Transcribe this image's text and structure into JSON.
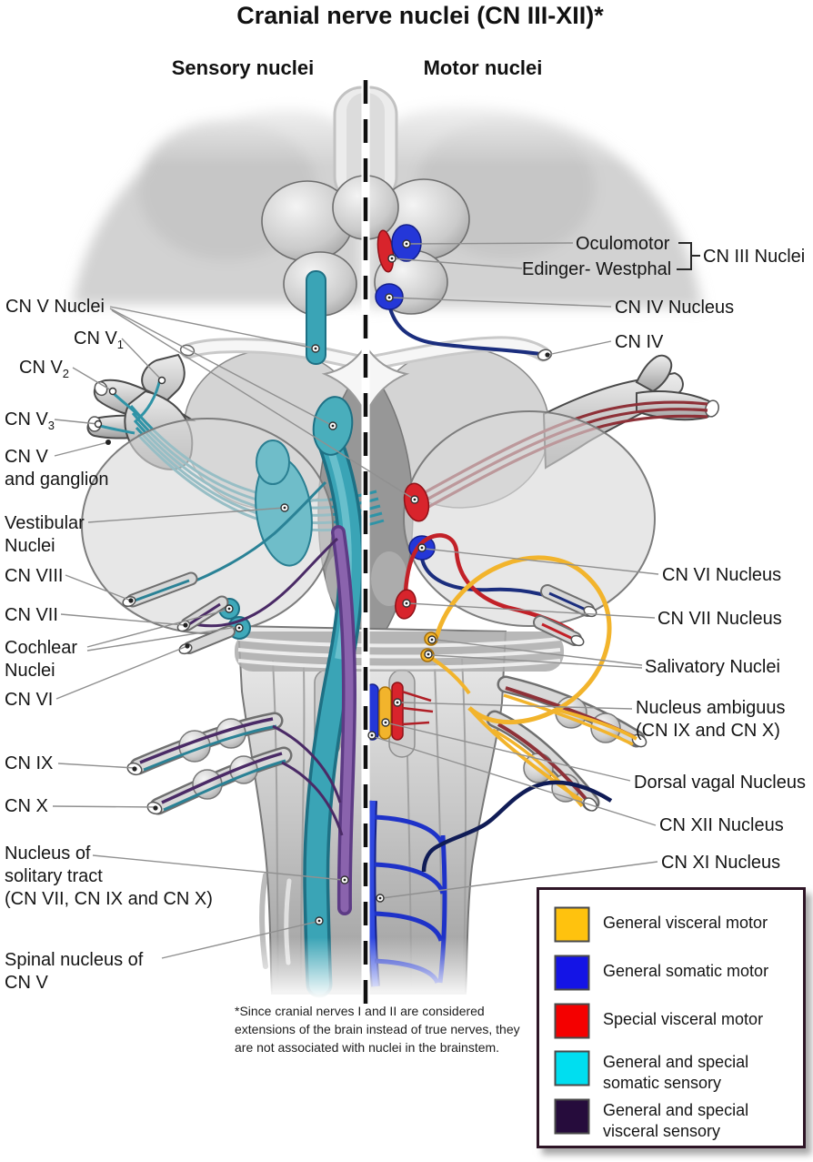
{
  "title": "Cranial nerve nuclei (CN III-XII)*",
  "section_headers": {
    "sensory": "Sensory nuclei",
    "motor": "Motor nuclei"
  },
  "left_labels": {
    "cn_v_nuclei": "CN V Nuclei",
    "cn_v1_base": "CN V",
    "cn_v1_sub": "1",
    "cn_v2_base": "CN V",
    "cn_v2_sub": "2",
    "cn_v3_base": "CN V",
    "cn_v3_sub": "3",
    "cn_v_ganglion_l1": "CN V",
    "cn_v_ganglion_l2": "and ganglion",
    "vestibular_l1": "Vestibular",
    "vestibular_l2": "Nuclei",
    "cn_viii": "CN VIII",
    "cn_vii": "CN VII",
    "cochlear_l1": "Cochlear",
    "cochlear_l2": "Nuclei",
    "cn_vi": "CN VI",
    "cn_ix": "CN IX",
    "cn_x": "CN X",
    "solitary_l1": "Nucleus of",
    "solitary_l2": "solitary tract",
    "solitary_l3": "(CN VII, CN IX and CN X)",
    "spinal_v_l1": "Spinal nucleus of",
    "spinal_v_l2": "CN V"
  },
  "right_labels": {
    "oculomotor": "Oculomotor",
    "edinger_westphal": "Edinger- Westphal",
    "cn_iii_nuclei": "CN III Nuclei",
    "cn_iv_nucleus": "CN IV Nucleus",
    "cn_iv": "CN IV",
    "cn_vi_nucleus": "CN VI Nucleus",
    "cn_vii_nucleus": "CN VII Nucleus",
    "salivatory_nuclei": "Salivatory Nuclei",
    "ambiguus_l1": "Nucleus ambiguus",
    "ambiguus_l2": "(CN IX and CN X)",
    "dorsal_vagal": "Dorsal vagal Nucleus",
    "cn_xii_nucleus": "CN XII Nucleus",
    "cn_xi_nucleus": "CN XI Nucleus"
  },
  "footnote": "*Since cranial nerves I and II are considered extensions of the brain instead of true nerves, they are not associated with nuclei in the brainstem.",
  "legend": {
    "items": [
      {
        "label_l1": "General visceral motor",
        "label_l2": "",
        "color": "#FFC20E"
      },
      {
        "label_l1": "General somatic motor",
        "label_l2": "",
        "color": "#1414E6"
      },
      {
        "label_l1": "Special visceral motor",
        "label_l2": "",
        "color": "#F40000"
      },
      {
        "label_l1": "General and special",
        "label_l2": "somatic sensory",
        "color": "#00DEF0"
      },
      {
        "label_l1": "General and special",
        "label_l2": "visceral sensory",
        "color": "#260C3C"
      }
    ]
  },
  "artwork_colors": {
    "somatic_sensory_teal": "#3AA4B6",
    "visceral_sensory_purple": "#5D3B85",
    "somatic_motor_blue": "#2437D8",
    "special_visceral_motor_red": "#D8242C",
    "general_visceral_motor_yellow": "#F2B42C",
    "nerve_navy": "#1B2E7E",
    "leader_line_gray": "#909090",
    "brainstem_gray": "#CFCFCF"
  }
}
